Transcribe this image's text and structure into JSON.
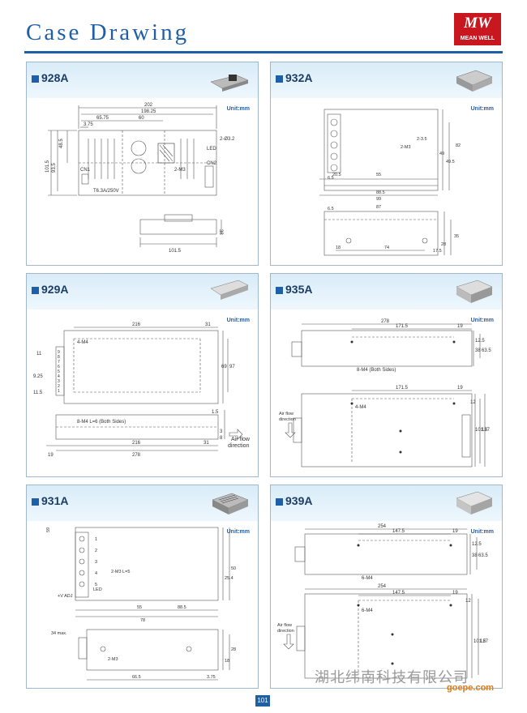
{
  "header": {
    "title": "Case Drawing",
    "logo_mark": "MW",
    "logo_text": "MEAN WELL"
  },
  "unit_label": "Unit:mm",
  "panels": [
    {
      "model": "928A",
      "dims": {
        "d1": "202",
        "d2": "198.25",
        "d3": "65.75",
        "d4": "60",
        "d5": "3.75",
        "d6": "48.5",
        "d7": "101.5",
        "d8": "93.5",
        "d9": "38",
        "d10": "101.5",
        "d11": "2-Ø3.2",
        "d12": "2-M3",
        "led": "LED",
        "cn1": "CN1",
        "cn2": "CN2",
        "fuse": "T6.3A/250V"
      }
    },
    {
      "model": "932A",
      "dims": {
        "d1": "6.5",
        "d2": "20.5",
        "d3": "55",
        "d4": "88.5",
        "d5": "99",
        "d6": "82",
        "d7": "49",
        "d8": "49.5",
        "d9": "87",
        "d10": "74",
        "d11": "18",
        "d12": "35",
        "d13": "28",
        "d14": "17.5",
        "d15": "2-M3",
        "d16": "6.5",
        "d17": "2-3.5"
      }
    },
    {
      "model": "929A",
      "dims": {
        "d1": "216",
        "d2": "31",
        "d3": "4-M4",
        "d4": "69",
        "d5": "97",
        "d6": "11",
        "d7": "9.25",
        "d8": "11.5",
        "d9": "8-M4 L=6 (Both Sides)",
        "d10": "1.5",
        "d11": "216",
        "d12": "31",
        "d13": "278",
        "d14": "19",
        "d15": "3",
        "d16": "8"
      },
      "air_flow": "Air flow",
      "air_dir": "direction",
      "terms": [
        "9",
        "8",
        "7",
        "6",
        "5",
        "4",
        "3",
        "2",
        "1"
      ]
    },
    {
      "model": "935A",
      "dims": {
        "d1": "278",
        "d2": "171.5",
        "d3": "19",
        "d4": "12.5",
        "d5": "38",
        "d6": "63.5",
        "d7": "8-M4 (Both Sides)",
        "d8": "171.5",
        "d9": "19",
        "d10": "4-M4",
        "d11": "12",
        "d12": "101.5",
        "d13": "127"
      },
      "air_flow": "Air flow",
      "air_dir": "direction"
    },
    {
      "model": "931A",
      "dims": {
        "d1": "59",
        "d2": "50",
        "d3": "55",
        "d4": "88.5",
        "d5": "78",
        "d6": "2-M3 L=5",
        "d7": "25.4",
        "d8": "28",
        "d9": "18",
        "d10": "66.5",
        "d11": "3.75",
        "d12": "2-M3",
        "d13": "34 max.",
        "led": "LED",
        "adj": "+V ADJ"
      },
      "terms": [
        "1",
        "2",
        "3",
        "4",
        "5"
      ]
    },
    {
      "model": "939A",
      "dims": {
        "d1": "254",
        "d2": "147.5",
        "d3": "19",
        "d4": "12.5",
        "d5": "38",
        "d6": "63.5",
        "d7": "6-M4",
        "d8": "254",
        "d9": "147.5",
        "d10": "19",
        "d11": "6-M4",
        "d12": "12",
        "d13": "101.5",
        "d14": "127"
      },
      "air_flow": "Air flow",
      "air_dir": "direction"
    }
  ],
  "watermark": "湖北纬南科技有限公司",
  "watermark_url": "goepe.com",
  "page_number": "101",
  "colors": {
    "accent": "#1f5fa8",
    "header_bg": "#e3f1fb",
    "brand": "#c8171e",
    "line": "#555555"
  }
}
